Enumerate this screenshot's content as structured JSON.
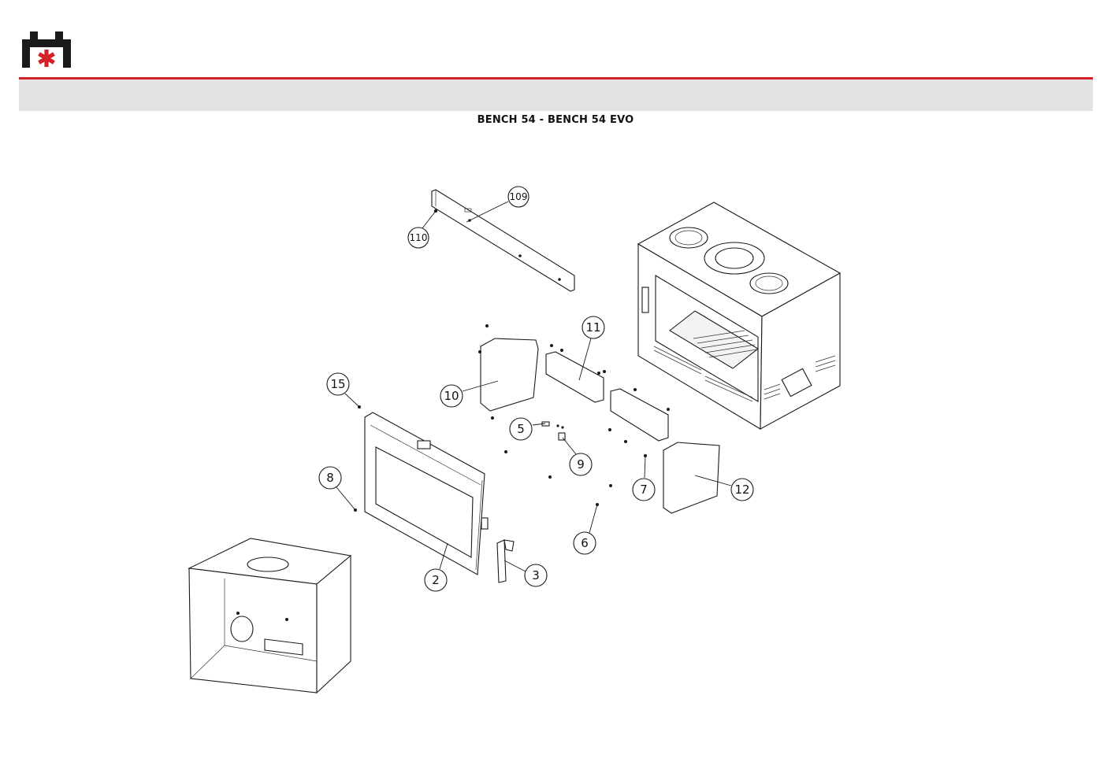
{
  "brand": {
    "accent_color": "#d42027",
    "dark_color": "#1a1a1a",
    "band_color": "#e2e2e2",
    "logo_icon": "brand-logo-icon"
  },
  "title": "BENCH 54 - BENCH 54 EVO",
  "callouts": [
    {
      "id": "c109",
      "label": "109"
    },
    {
      "id": "c110",
      "label": "110"
    },
    {
      "id": "c11",
      "label": "11"
    },
    {
      "id": "c10",
      "label": "10"
    },
    {
      "id": "c15",
      "label": "15"
    },
    {
      "id": "c5",
      "label": "5"
    },
    {
      "id": "c9",
      "label": "9"
    },
    {
      "id": "c8",
      "label": "8"
    },
    {
      "id": "c7",
      "label": "7"
    },
    {
      "id": "c12",
      "label": "12"
    },
    {
      "id": "c6",
      "label": "6"
    },
    {
      "id": "c3",
      "label": "3"
    },
    {
      "id": "c2",
      "label": "2"
    }
  ]
}
